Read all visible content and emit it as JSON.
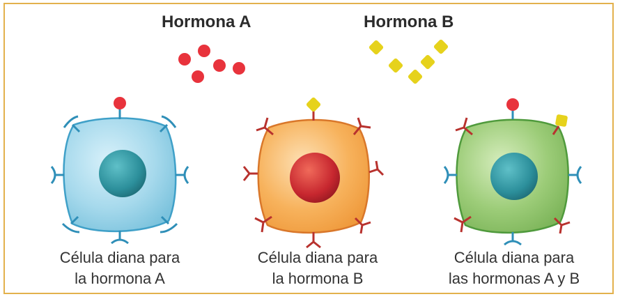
{
  "hormones": [
    {
      "label": "Hormona A",
      "shape": "circle-icon",
      "color": "#e8333c"
    },
    {
      "label": "Hormona B",
      "shape": "diamond-icon",
      "color": "#e6d21c"
    }
  ],
  "cells": [
    {
      "caption": [
        "Célula diana para",
        "la hormona A"
      ],
      "cytoplasm": "#a6d9ec",
      "nucleus": "#2c8f9b",
      "receptor_color": "#2f8fb8",
      "bound_hormone": "A"
    },
    {
      "caption": [
        "Célula diana para",
        "la hormona B"
      ],
      "cytoplasm": "#f7b25c",
      "nucleus": "#c7272f",
      "receptor_color": "#b8322e",
      "bound_hormone": "B"
    },
    {
      "caption": [
        "Célula diana para",
        "las hormonas A y B"
      ],
      "cytoplasm": "#9ccc78",
      "nucleus": "#2c8f9b",
      "receptor_color_a": "#2f8fb8",
      "receptor_color_b": "#b8322e",
      "bound_hormone": "A y B"
    }
  ],
  "colors": {
    "frame": "#e3b14c",
    "text": "#333333"
  }
}
